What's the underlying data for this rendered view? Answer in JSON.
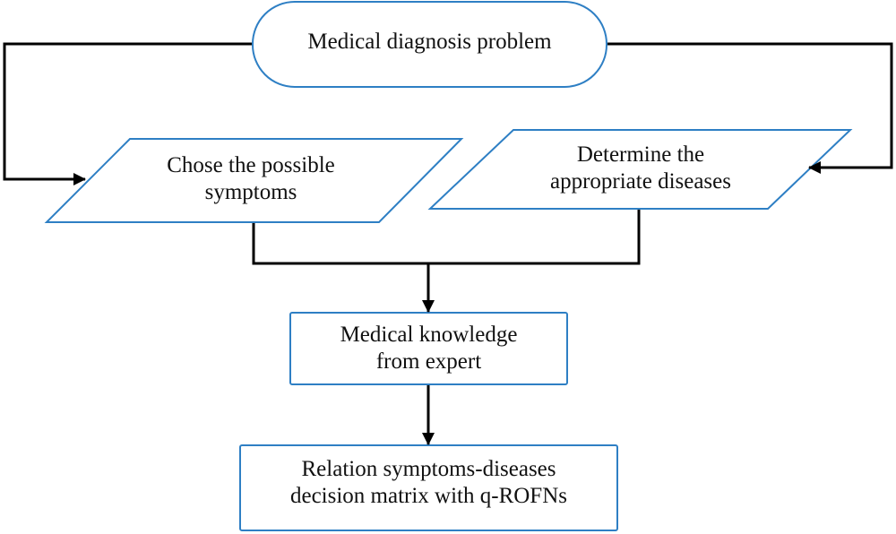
{
  "diagram": {
    "type": "flowchart",
    "colors": {
      "shape_stroke": "#2e7fc4",
      "connector": "#000000",
      "text": "#111111",
      "background": "#ffffff"
    },
    "nodes": [
      {
        "id": "start",
        "shape": "terminal",
        "lines": [
          "Medical diagnosis problem"
        ]
      },
      {
        "id": "symptoms",
        "shape": "parallelogram",
        "lines": [
          "Chose the possible",
          "symptoms"
        ]
      },
      {
        "id": "diseases",
        "shape": "parallelogram",
        "lines": [
          "Determine the",
          "appropriate diseases"
        ]
      },
      {
        "id": "knowledge",
        "shape": "rectangle",
        "lines": [
          "Medical knowledge",
          "from expert"
        ]
      },
      {
        "id": "matrix",
        "shape": "rectangle",
        "lines": [
          "Relation symptoms-diseases",
          "decision matrix with q-ROFNs"
        ]
      }
    ],
    "edges": [
      {
        "from": "start",
        "to": "symptoms"
      },
      {
        "from": "start",
        "to": "diseases"
      },
      {
        "from": "symptoms",
        "to": "knowledge"
      },
      {
        "from": "diseases",
        "to": "knowledge"
      },
      {
        "from": "knowledge",
        "to": "matrix"
      }
    ]
  }
}
